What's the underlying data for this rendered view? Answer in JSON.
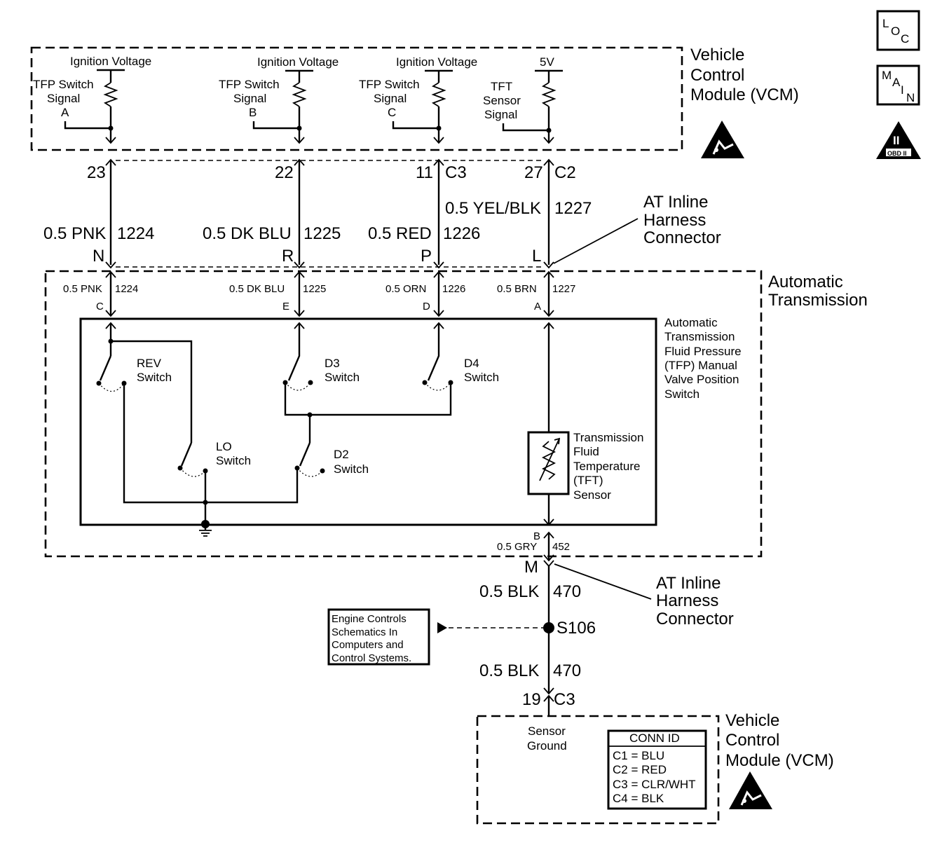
{
  "vcm_top": {
    "title": [
      "Vehicle",
      "Control",
      "Module (VCM)"
    ],
    "circuits": [
      {
        "supply": "Ignition Voltage",
        "signal": [
          "TFP Switch",
          "Signal",
          "A"
        ]
      },
      {
        "supply": "Ignition Voltage",
        "signal": [
          "TFP Switch",
          "Signal",
          "B"
        ]
      },
      {
        "supply": "Ignition Voltage",
        "signal": [
          "TFP Switch",
          "Signal",
          "C"
        ]
      },
      {
        "supply": "5V",
        "signal": [
          "TFT",
          "Sensor",
          "Signal"
        ]
      }
    ]
  },
  "wires_upper": [
    {
      "pin": "23",
      "conn": "",
      "color": "0.5 PNK",
      "circuit": "1224",
      "inline": "N"
    },
    {
      "pin": "22",
      "conn": "",
      "color": "0.5 DK BLU",
      "circuit": "1225",
      "inline": "R"
    },
    {
      "pin": "11",
      "conn": "C3",
      "color": "0.5 RED",
      "circuit": "1226",
      "inline": "P"
    },
    {
      "pin": "27",
      "conn": "C2",
      "color": "0.5 YEL/BLK",
      "circuit": "1227",
      "inline": "L"
    }
  ],
  "inline_connector_upper": [
    "AT Inline",
    "Harness",
    "Connector"
  ],
  "transmission": {
    "title": [
      "Automatic",
      "Transmission"
    ],
    "wires": [
      {
        "color": "0.5 PNK",
        "circuit": "1224",
        "pin": "C"
      },
      {
        "color": "0.5 DK BLU",
        "circuit": "1225",
        "pin": "E"
      },
      {
        "color": "0.5 ORN",
        "circuit": "1226",
        "pin": "D"
      },
      {
        "color": "0.5 BRN",
        "circuit": "1227",
        "pin": "A"
      }
    ],
    "tfp_switch_label": [
      "Automatic",
      "Transmission",
      "Fluid Pressure",
      "(TFP) Manual",
      "Valve Position",
      "Switch"
    ],
    "switches": {
      "rev": [
        "REV",
        "Switch"
      ],
      "d3": [
        "D3",
        "Switch"
      ],
      "d4": [
        "D4",
        "Switch"
      ],
      "lo": [
        "LO",
        "Switch"
      ],
      "d2": [
        "D2",
        "Switch"
      ]
    },
    "tft_sensor": [
      "Transmission",
      "Fluid",
      "Temperature",
      "(TFT)",
      "Sensor"
    ],
    "ground_wire": {
      "pin": "B",
      "color": "0.5 GRY",
      "circuit": "452"
    }
  },
  "lower": {
    "inline_pin": "M",
    "wire1": {
      "color": "0.5 BLK",
      "circuit": "470"
    },
    "inline_connector": [
      "AT Inline",
      "Harness",
      "Connector"
    ],
    "splice": "S106",
    "reference_box": [
      "Engine Controls",
      "Schematics In",
      "Computers and",
      "Control Systems."
    ],
    "wire2": {
      "color": "0.5 BLK",
      "circuit": "470"
    },
    "vcm_pin": "19",
    "vcm_conn": "C3"
  },
  "vcm_bottom": {
    "title": [
      "Vehicle",
      "Control",
      "Module (VCM)"
    ],
    "sensor_ground": [
      "Sensor",
      "Ground"
    ],
    "conn_id": {
      "header": "CONN ID",
      "rows": [
        "C1 = BLU",
        "C2 = RED",
        "C3 = CLR/WHT",
        "C4 = BLK"
      ]
    }
  },
  "badges": {
    "loc": [
      "L",
      "O",
      "C"
    ],
    "main": [
      "M",
      "A",
      "I",
      "N"
    ],
    "obd": [
      "II",
      "OBD II"
    ]
  }
}
